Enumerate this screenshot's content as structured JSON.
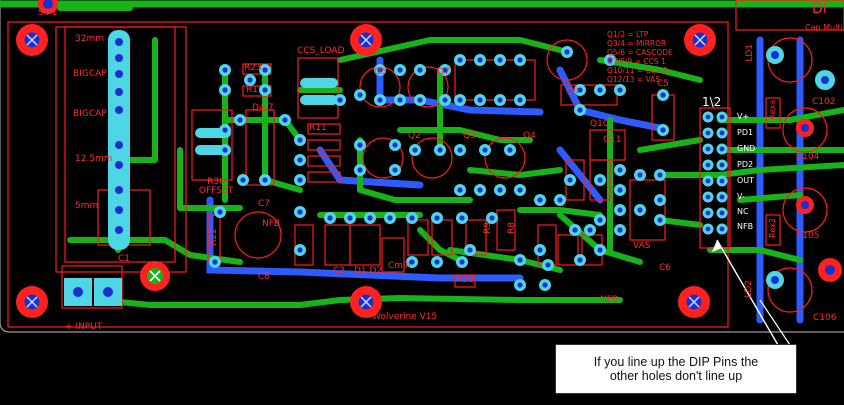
{
  "board": {
    "silkscreen": {
      "sip": "SIP1",
      "cap_sizes": [
        "32mm",
        "BIGCAP",
        "BIGCAP",
        "12.5mm",
        "5mm"
      ],
      "cap_ref": "C1",
      "input": "+ INPUT -",
      "version": "Wolverine V15",
      "ccs_load": "CCS_LOAD",
      "offset": "R36 OFFSET",
      "nfb": "NFB",
      "vas": "VAS",
      "nfb_label": "NFB",
      "r23": "R23",
      "r1": "R1",
      "r11": "R11",
      "r22": "R22",
      "r56": "R56",
      "d4_7": "D4-7",
      "c7": "C7",
      "c8": "C8",
      "c2": "C2",
      "d1d2": "D1 D2",
      "cmill": "Cmill",
      "q2": "Q2",
      "q3": "Q3",
      "q4": "Q4",
      "q5": "Q5",
      "q7": "Q7",
      "q9": "Q9",
      "q10": "Q10",
      "q11": "Q11",
      "c5": "C5",
      "c6": "C6",
      "r8": "R8",
      "r9": "R9",
      "legend_lines": [
        "Q1/2 = LTP",
        "Q3/4 = MIRROR",
        "Q5/6 = CASCODE",
        "Q7/8/9 = CCS 1",
        "Q10/11 = CCS 2",
        "Q12/13 = VAS"
      ],
      "dip_header": "1\\2",
      "dip_pins": [
        "V+",
        "PD1",
        "GND",
        "PD2",
        "OUT",
        "V-",
        "NC",
        "NFB"
      ],
      "right_title": "Cap Multi",
      "right_parts": [
        "LD1",
        "C102",
        "C104",
        "C105",
        "C106",
        "LD2",
        "Rexa",
        "Rex2"
      ],
      "top_right": "DI"
    },
    "colors": {
      "background": "#000000",
      "board_outline": "#ff1a1a",
      "top_copper": "#18b318",
      "bottom_copper": "#2e5bff",
      "pad": "#4fd6e6",
      "pad_red": "#ff2020",
      "drill": "#1a2fd0"
    }
  },
  "callout": {
    "line1": "If you line up the DIP Pins the",
    "line2": "other holes don't line up"
  }
}
